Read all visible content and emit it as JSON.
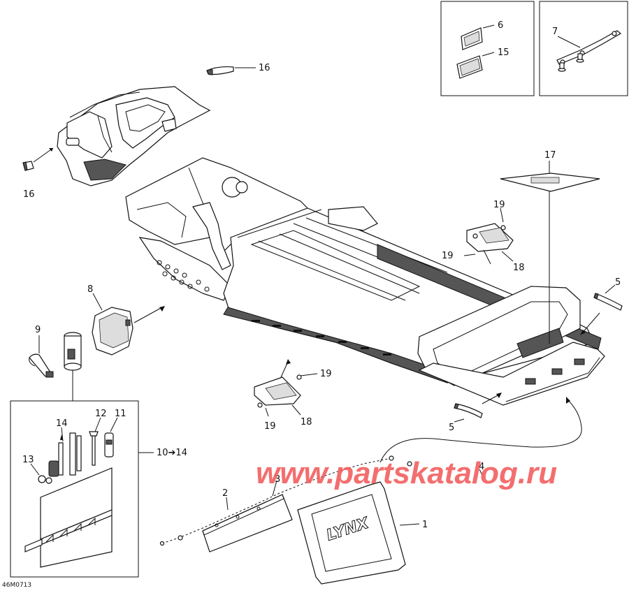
{
  "diagram": {
    "ref_code": "46M0713",
    "watermark": "www.partskatalog.ru",
    "logo_text": "LYNX",
    "callouts": {
      "c1": "1",
      "c2": "2",
      "c3": "3",
      "c4": "4",
      "c5a": "5",
      "c5b": "5",
      "c6": "6",
      "c7": "7",
      "c8": "8",
      "c9": "9",
      "c10_14": "10➔14",
      "c11": "11",
      "c12": "12",
      "c13": "13",
      "c14": "14",
      "c15": "15",
      "c16a": "16",
      "c16b": "16",
      "c17": "17",
      "c18a": "18",
      "c18b": "18",
      "c19a": "19",
      "c19b": "19",
      "c19c": "19",
      "c19d": "19"
    }
  }
}
